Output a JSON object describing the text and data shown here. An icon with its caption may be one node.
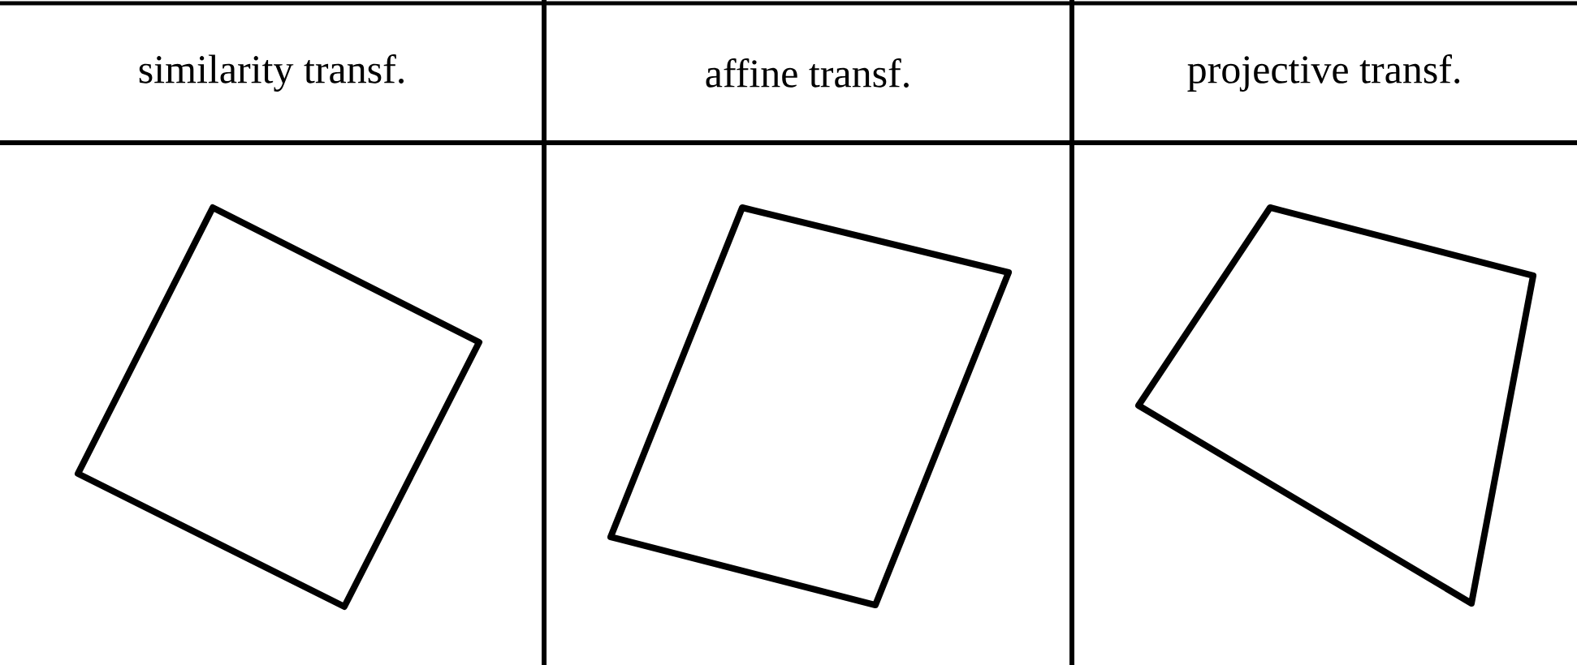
{
  "diagram": {
    "labels": [
      "similarity transf.",
      "affine transf.",
      "projective transf."
    ]
  }
}
